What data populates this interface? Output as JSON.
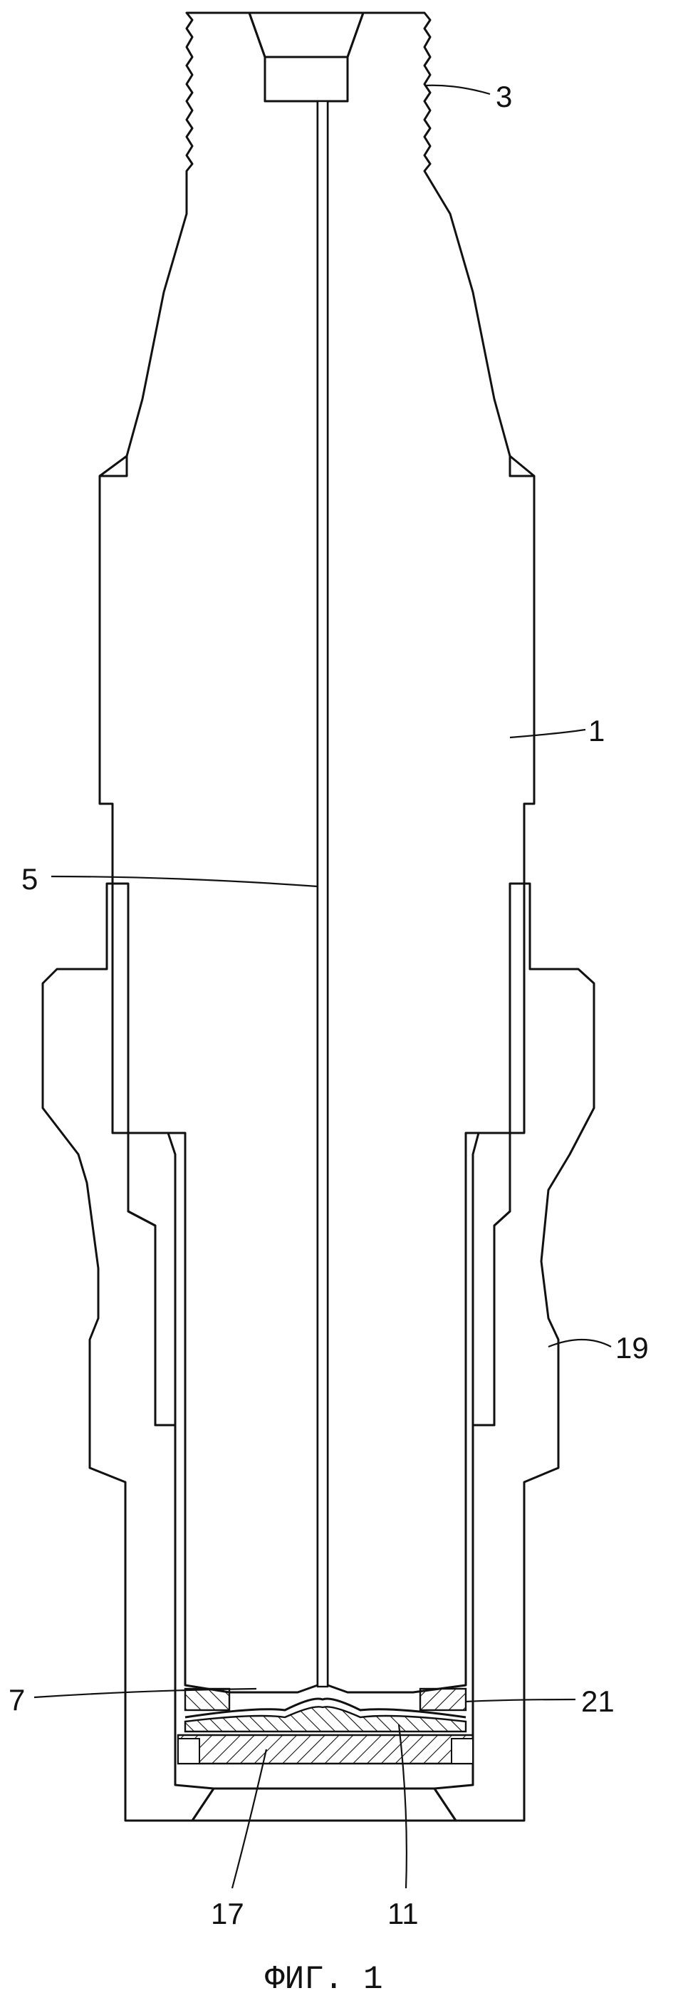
{
  "figure": {
    "caption": "ФИГ. 1",
    "labels": {
      "label_3": "3",
      "label_1": "1",
      "label_5": "5",
      "label_19": "19",
      "label_7": "7",
      "label_21": "21",
      "label_17": "17",
      "label_11": "11"
    },
    "colors": {
      "ink": "#111111",
      "paper": "#ffffff"
    }
  }
}
